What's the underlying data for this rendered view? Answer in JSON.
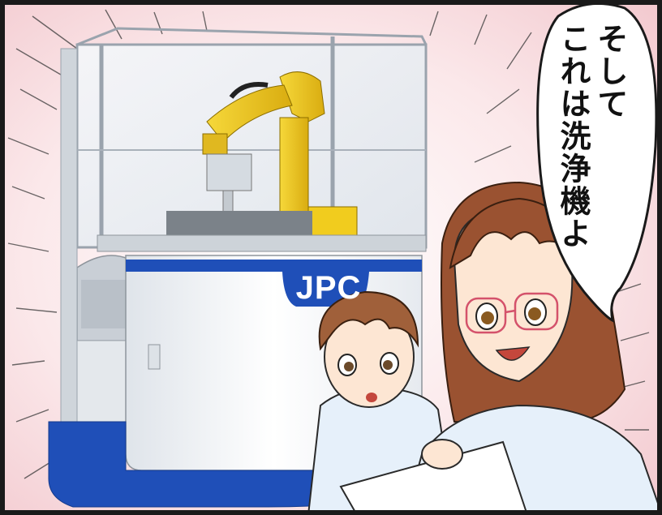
{
  "speech_bubble": {
    "lines": [
      "そして",
      "これは洗浄機よ"
    ]
  },
  "machine": {
    "brand_label": "JPC"
  },
  "colors": {
    "background_pink": "#f7d3d8",
    "machine_blue": "#1f4fb8",
    "robot_yellow": "#f2c91c",
    "hair_brown": "#9a5231",
    "boy_hair": "#a0603a",
    "shirt_blue": "#e6f0fa"
  },
  "icons": [
    "speech-bubble",
    "washing-machine",
    "robot-arm",
    "woman-character",
    "boy-character"
  ]
}
